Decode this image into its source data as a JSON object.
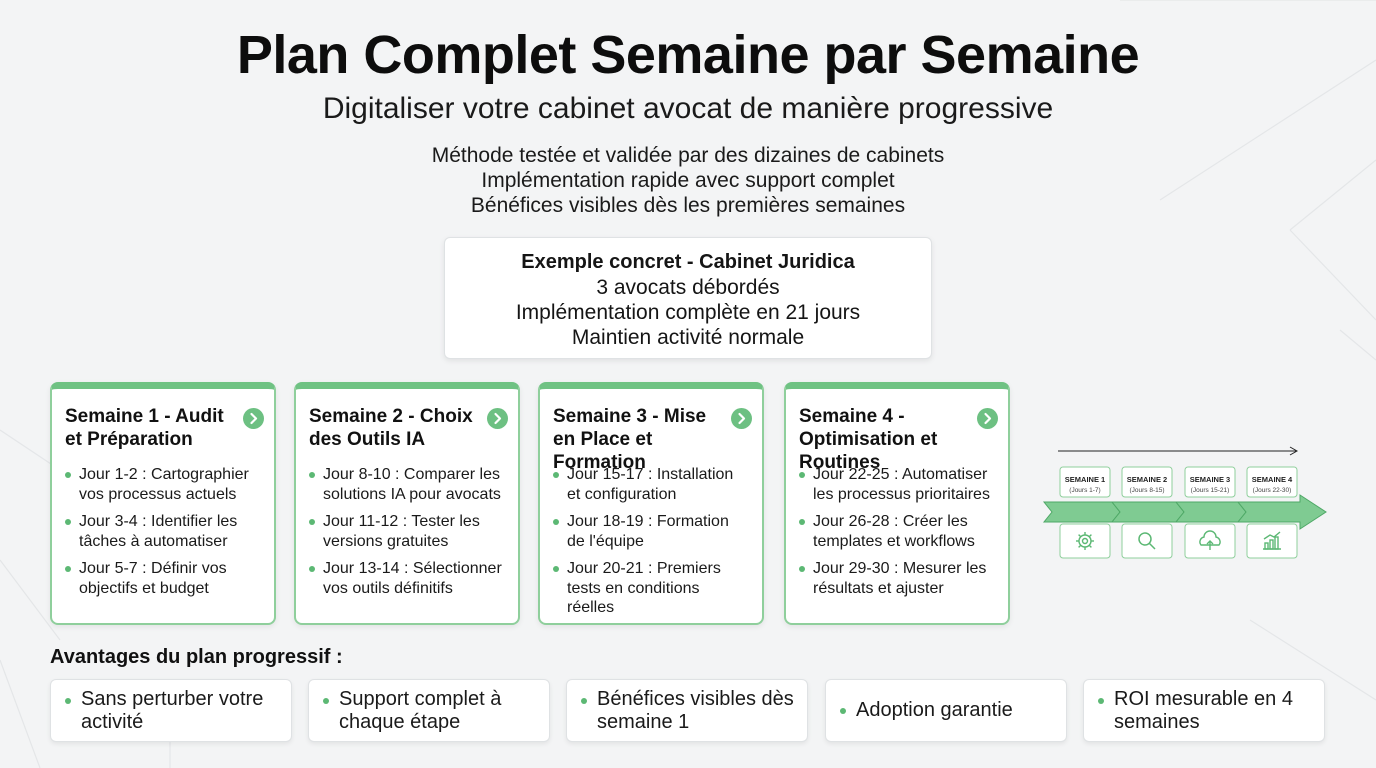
{
  "title": "Plan Complet Semaine par Semaine",
  "subtitle": "Digitaliser votre cabinet avocat de manière progressive",
  "intro": [
    "Méthode testée et validée par des dizaines de cabinets",
    "Implémentation rapide avec support complet",
    "Bénéfices visibles dès les premières semaines"
  ],
  "example": {
    "title": "Exemple concret - Cabinet Juridica",
    "lines": [
      "3 avocats débordés",
      "Implémentation complète en 21 jours",
      "Maintien activité normale"
    ]
  },
  "weeks": [
    {
      "title": "Semaine 1 - Audit et Préparation",
      "items": [
        "Jour 1-2 : Cartographier vos processus actuels",
        "Jour 3-4 : Identifier les tâches à automatiser",
        "Jour 5-7 : Définir vos objectifs et budget"
      ]
    },
    {
      "title": "Semaine 2 - Choix des Outils IA",
      "items": [
        "Jour 8-10 : Comparer les solutions IA pour avocats",
        "Jour 11-12 : Tester les versions gratuites",
        "Jour 13-14 : Sélectionner vos outils définitifs"
      ]
    },
    {
      "title": "Semaine 3 - Mise en Place et Formation",
      "items": [
        "Jour 15-17 : Installation et configuration",
        "Jour 18-19 : Formation de l'équipe",
        "Jour 20-21 : Premiers tests en conditions réelles"
      ]
    },
    {
      "title": "Semaine 4 - Optimisation et Routines",
      "items": [
        "Jour 22-25 : Automatiser les processus prioritaires",
        "Jour 26-28 : Créer les templates et workflows",
        "Jour 29-30 : Mesurer les résultats et ajuster"
      ]
    }
  ],
  "timeline": {
    "steps": [
      {
        "label": "SEMAINE 1",
        "sub": "(Jours 1-7)",
        "icon": "gear-icon"
      },
      {
        "label": "SEMAINE 2",
        "sub": "(Jours 8-15)",
        "icon": "magnifier-icon"
      },
      {
        "label": "SEMAINE 3",
        "sub": "(Jours 15-21)",
        "icon": "cloud-upload-icon"
      },
      {
        "label": "SEMAINE 4",
        "sub": "(Jours 22-30)",
        "icon": "growth-chart-icon"
      }
    ]
  },
  "advantages": {
    "label": "Avantages du plan progressif :",
    "items": [
      "Sans perturber votre activité",
      "Support complet à chaque étape",
      "Bénéfices visibles dès semaine 1",
      "Adoption garantie",
      "ROI mesurable en 4 semaines"
    ]
  },
  "colors": {
    "accent": "#6fc283",
    "accent_light": "#cfe9d5",
    "background": "#f3f4f5"
  }
}
